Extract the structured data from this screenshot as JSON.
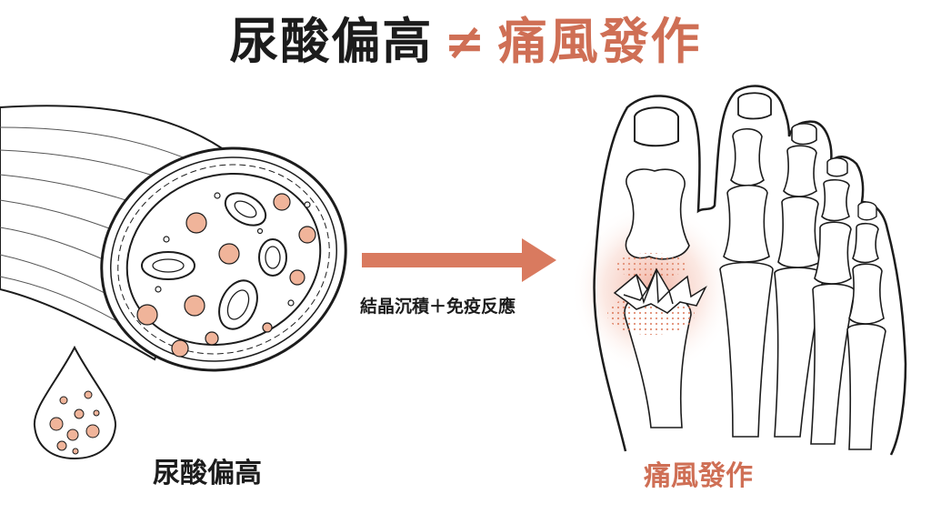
{
  "title": {
    "left": "尿酸偏高",
    "symbol": "≠",
    "right": "痛風發作"
  },
  "captions": {
    "left": "尿酸偏高",
    "arrow": "結晶沉積＋免疫反應",
    "right": "痛風發作"
  },
  "colors": {
    "accent": "#cf6f55",
    "ink": "#1c1c1c",
    "crystal_dot": "#f0b49a"
  }
}
